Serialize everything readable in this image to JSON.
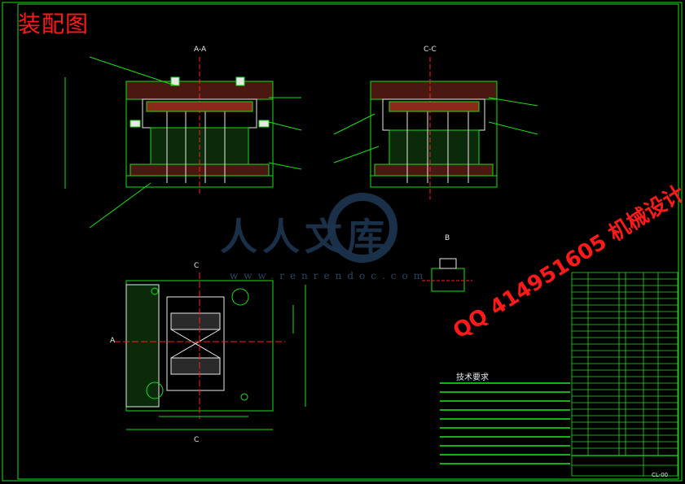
{
  "title": "装配图",
  "watermark": {
    "brand": "人人文库",
    "url": "www.renrendoc.com"
  },
  "contact": "QQ 414951605 机械设计",
  "tech_requirements_title": "技术要求",
  "views": {
    "section_aa": "A-A",
    "section_cc": "C-C",
    "section_b": "B",
    "bottom_c": "C",
    "bottom_a": "A"
  },
  "title_block": {
    "drawing_no": "CL-00"
  },
  "colors": {
    "frame": "#18e018",
    "title": "#ff1a1a",
    "watermark": "#1d3550"
  }
}
